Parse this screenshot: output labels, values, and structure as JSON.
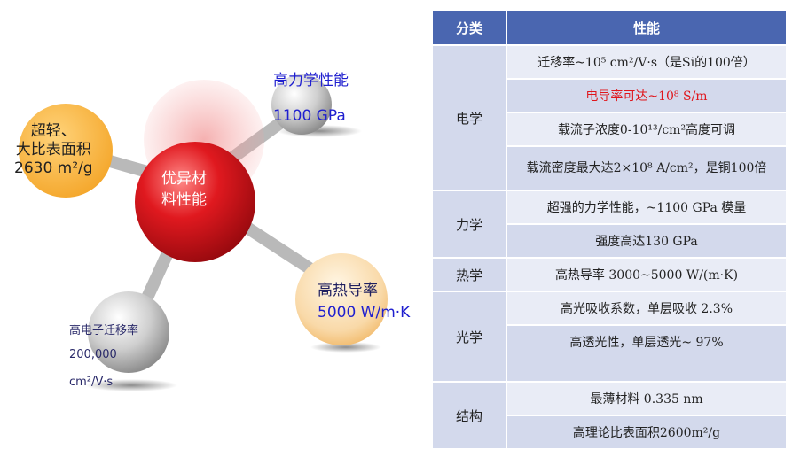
{
  "diagram": {
    "hub": {
      "line1": "优异材",
      "line2": "料性能"
    },
    "lightweight": {
      "line1": "超轻、",
      "line2": "大比表面积",
      "line3": "2630 m²/g"
    },
    "mechanical": {
      "line1": "高力学性能",
      "line2": "1100 GPa"
    },
    "thermal": {
      "line1": "高热导率",
      "line2": "5000 W/m·K"
    },
    "electron": {
      "line1": "高电子迁移率",
      "line2": "200,000",
      "line3": "cm²/V·s"
    }
  },
  "table": {
    "headers": [
      "分类",
      "性能"
    ],
    "groups": [
      {
        "category": "电学",
        "rows": [
          {
            "text": "迁移率~10⁵ cm²/V·s（是Si的100倍）",
            "highlight": false
          },
          {
            "text": "电导率可达~10⁸ S/m",
            "highlight": true
          },
          {
            "text": "载流子浓度0-10¹³/cm²高度可调",
            "highlight": false
          },
          {
            "text": "载流密度最大达2×10⁸ A/cm²，是铜100倍",
            "highlight": false
          }
        ]
      },
      {
        "category": "力学",
        "rows": [
          {
            "text": "超强的力学性能，~1100 GPa 模量",
            "highlight": false
          },
          {
            "text": "强度高达130 GPa",
            "highlight": false
          }
        ]
      },
      {
        "category": "热学",
        "rows": [
          {
            "text": "高热导率 3000~5000 W/(m·K)",
            "highlight": false
          }
        ]
      },
      {
        "category": "光学",
        "rows": [
          {
            "text": "高光吸收系数，单层吸收 2.3%",
            "highlight": false
          },
          {
            "text": "高透光性，单层透光~ 97%",
            "highlight": false
          }
        ]
      },
      {
        "category": "结构",
        "rows": [
          {
            "text": "最薄材料 0.335 nm",
            "highlight": false
          },
          {
            "text": "高理论比表面积2600m²/g",
            "highlight": false
          }
        ]
      }
    ]
  },
  "colors": {
    "header": "#4a66b0",
    "band_dark": "#d3d9ec",
    "band_light": "#e9ecf6",
    "highlight": "#e0161c",
    "hub": "#d2141c",
    "orange": "#f7b23a"
  }
}
